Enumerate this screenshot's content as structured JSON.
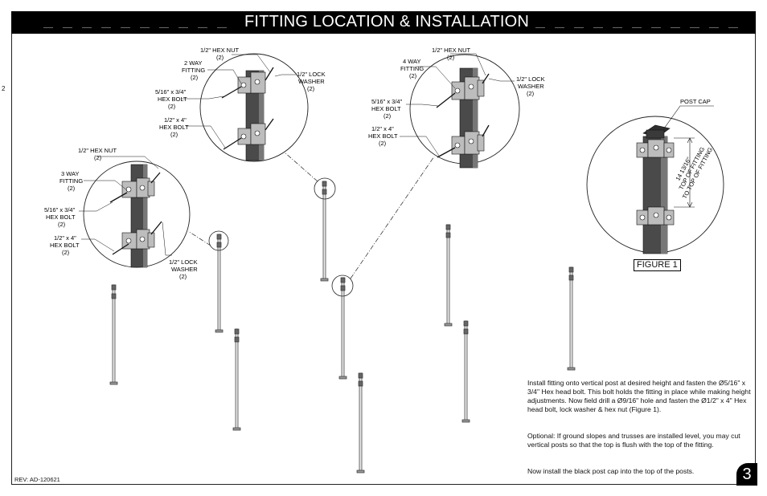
{
  "header": {
    "title": "FITTING LOCATION & INSTALLATION"
  },
  "callout_3way": {
    "hex_nut": "1/2\" HEX NUT",
    "hex_nut_qty": "(2)",
    "fitting": "3 WAY",
    "fitting2": "FITTING",
    "fitting_qty": "(2)",
    "small_bolt": "5/16\" x 3/4\"",
    "small_bolt2": "HEX BOLT",
    "small_bolt_qty": "(2)",
    "big_bolt": "1/2\" x 4\"",
    "big_bolt2": "HEX BOLT",
    "big_bolt_qty": "(2)",
    "washer": "1/2\" LOCK",
    "washer2": "WASHER",
    "washer_qty": "(2)"
  },
  "callout_2way": {
    "hex_nut": "1/2\" HEX NUT",
    "hex_nut_qty": "(2)",
    "fitting": "2 WAY",
    "fitting2": "FITTING",
    "fitting_qty": "(2)",
    "small_bolt": "5/16\" x 3/4\"",
    "small_bolt2": "HEX BOLT",
    "small_bolt_qty": "(2)",
    "big_bolt": "1/2\" x 4\"",
    "big_bolt2": "HEX BOLT",
    "big_bolt_qty": "(2)",
    "washer": "1/2\" LOCK",
    "washer2": "WASHER",
    "washer_qty": "(2)"
  },
  "callout_4way": {
    "hex_nut": "1/2\" HEX NUT",
    "hex_nut_qty": "(2)",
    "fitting": "4 WAY",
    "fitting2": "FITTING",
    "fitting_qty": "(2)",
    "small_bolt": "5/16\" x 3/4\"",
    "small_bolt2": "HEX BOLT",
    "small_bolt_qty": "(2)",
    "big_bolt": "1/2\" x 4\"",
    "big_bolt2": "HEX BOLT",
    "big_bolt_qty": "(2)",
    "washer": "1/2\" LOCK",
    "washer2": "WASHER",
    "washer_qty": "(2)"
  },
  "figure1": {
    "post_cap": "POST CAP",
    "dim1": "14 13/16\"",
    "dim2": "TOP OF FITTING",
    "dim3": "TO TOP OF FITTING",
    "label": "FIGURE 1"
  },
  "instructions": {
    "p1": "Install fitting onto vertical post at desired height and fasten the Ø5/16\" x 3/4\" Hex head bolt.  This bolt holds the fitting in place while making height adjustments.  Now field drill a Ø9/16\" hole and fasten the Ø1/2\" x 4\" Hex head bolt, lock washer & hex nut (Figure 1).",
    "p2": "Optional: If ground slopes and trusses are installed level, you may cut vertical posts so that the top is flush with the top of the fitting.",
    "p3": "Now install the black post cap into the top of the posts."
  },
  "footer": {
    "rev": "REV: AD-120621",
    "page": "3",
    "side_mark": "2"
  }
}
